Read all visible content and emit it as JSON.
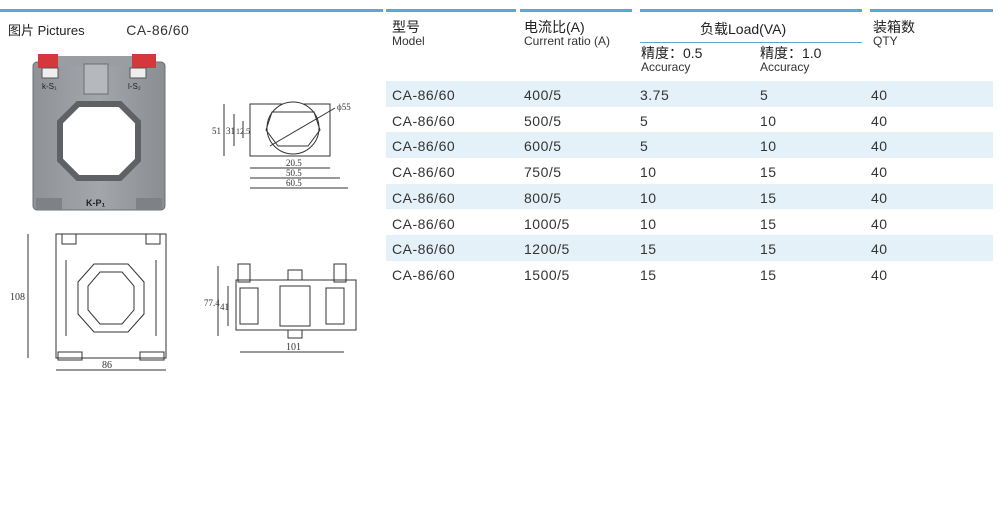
{
  "pictures": {
    "label": "图片 Pictures",
    "model": "CA-86/60"
  },
  "photo": {
    "terminal_left": "k-S₁",
    "terminal_right": "l-S₂",
    "bottom_mark": "K-P₁"
  },
  "top_drawing": {
    "dim_phi": "ϕ55",
    "dim_51": "51",
    "dim_31": "31",
    "dim_12_5": "12.5",
    "dim_20_5": "20.5",
    "dim_50_5": "50.5",
    "dim_60_5": "60.5"
  },
  "front_drawing": {
    "dim_height": "108",
    "dim_width": "86"
  },
  "side_drawing": {
    "dim_77_4": "77.4",
    "dim_41": "41",
    "dim_width": "101"
  },
  "table": {
    "headers": {
      "model_cn": "型号",
      "model_en": "Model",
      "ratio_cn": "电流比(A)",
      "ratio_en": "Current ratio (A)",
      "load": "负载Load(VA)",
      "acc05_cn": "精度：0.5",
      "acc05_en": "Accuracy",
      "acc10_cn": "精度：1.0",
      "acc10_en": "Accuracy",
      "qty_cn": "装箱数",
      "qty_en": "QTY"
    },
    "rows": [
      {
        "model": "CA-86/60",
        "ratio": "400/5",
        "acc05": "3.75",
        "acc10": "5",
        "qty": "40"
      },
      {
        "model": "CA-86/60",
        "ratio": "500/5",
        "acc05": "5",
        "acc10": "10",
        "qty": "40"
      },
      {
        "model": "CA-86/60",
        "ratio": "600/5",
        "acc05": "5",
        "acc10": "10",
        "qty": "40"
      },
      {
        "model": "CA-86/60",
        "ratio": "750/5",
        "acc05": "10",
        "acc10": "15",
        "qty": "40"
      },
      {
        "model": "CA-86/60",
        "ratio": "800/5",
        "acc05": "10",
        "acc10": "15",
        "qty": "40"
      },
      {
        "model": "CA-86/60",
        "ratio": "1000/5",
        "acc05": "10",
        "acc10": "15",
        "qty": "40"
      },
      {
        "model": "CA-86/60",
        "ratio": "1200/5",
        "acc05": "15",
        "acc10": "15",
        "qty": "40"
      },
      {
        "model": "CA-86/60",
        "ratio": "1500/5",
        "acc05": "15",
        "acc10": "15",
        "qty": "40"
      }
    ]
  }
}
